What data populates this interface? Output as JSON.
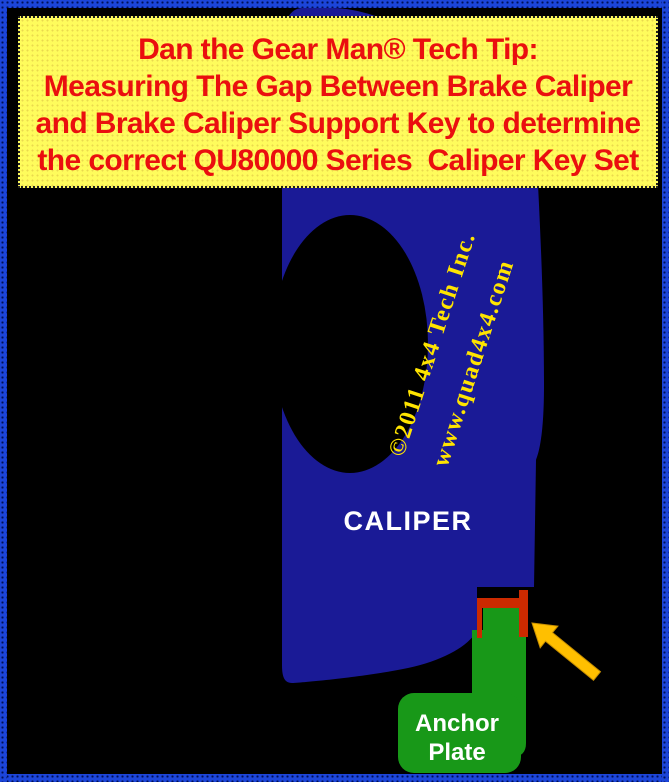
{
  "banner": {
    "lines": [
      "Dan the Gear Man® Tech Tip:",
      "Measuring The Gap Between Brake Caliper",
      "and Brake Caliper Support Key to determine",
      "the correct QU80000 Series  Caliper Key Set"
    ]
  },
  "diagram": {
    "caliper_label": "CALIPER",
    "anchor_plate_label": [
      "Anchor",
      "Plate"
    ],
    "watermark": [
      "©2011 4x4 Tech Inc.",
      "www.quad4x4.com"
    ],
    "colors": {
      "page_border_blue": "#1C45D9",
      "background_black": "#000000",
      "banner_yellow": "#FFFC5C",
      "banner_text_red": "#EA0F0F",
      "caliper_navy": "#1A1A96",
      "anchor_green": "#189818",
      "key_red": "#CC2A00",
      "arrow_gold": "#FFBF00",
      "watermark_yellow": "#FFE400",
      "label_white": "#FFFFFF"
    }
  }
}
